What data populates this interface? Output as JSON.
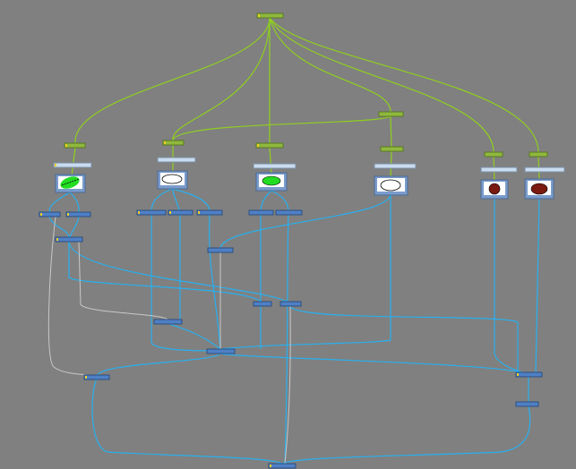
{
  "graph": {
    "background": "#808080",
    "colors": {
      "source_node": "#8fb83e",
      "transform_node": "#c9dcef",
      "merge_node": "#4f7fc4",
      "source_edge": "#8fcf1e",
      "image_edge": "#27b0f0",
      "mask_edge": "#c8c8c8",
      "green_shape": "#22dd22",
      "red_shape": "#7a1a10"
    },
    "thumbnails": [
      "green-leaf",
      "white-ellipse",
      "green-ellipse",
      "white-ellipse",
      "red-circle",
      "red-ellipse"
    ]
  }
}
